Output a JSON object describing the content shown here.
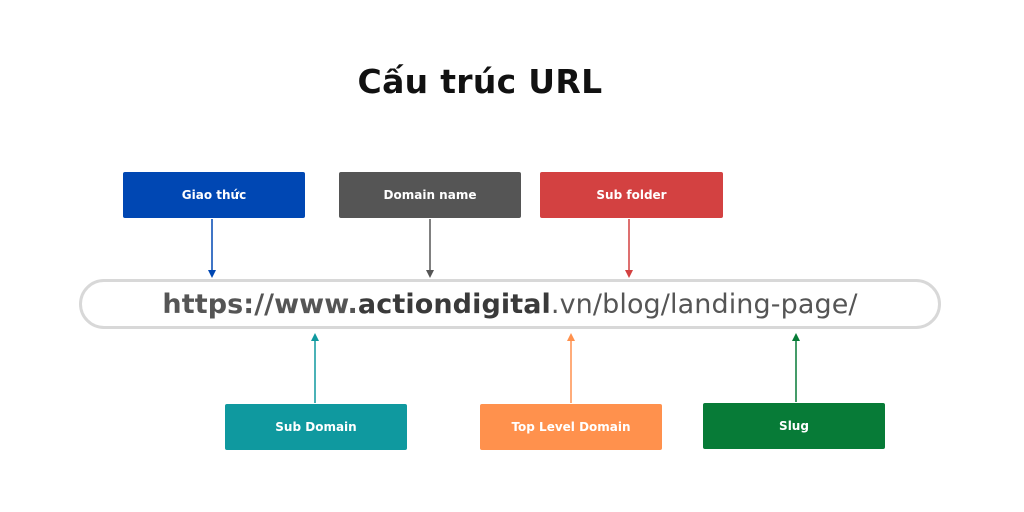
{
  "title": "Cấu trúc URL",
  "url": {
    "protocol": "https://",
    "subdomain": "www.",
    "domain": "actiondigital",
    "tld": ".vn",
    "subfolder": "/blog/",
    "slug": "landing-page/"
  },
  "labels": {
    "protocol": "Giao thức",
    "domain_name": "Domain name",
    "sub_folder": "Sub folder",
    "sub_domain": "Sub Domain",
    "tld": "Top Level Domain",
    "slug": "Slug"
  },
  "colors": {
    "protocol": "#0047b3",
    "domain_name": "#555555",
    "sub_folder": "#d34141",
    "sub_domain": "#0f999f",
    "tld": "#ff914d",
    "slug": "#077b37"
  }
}
